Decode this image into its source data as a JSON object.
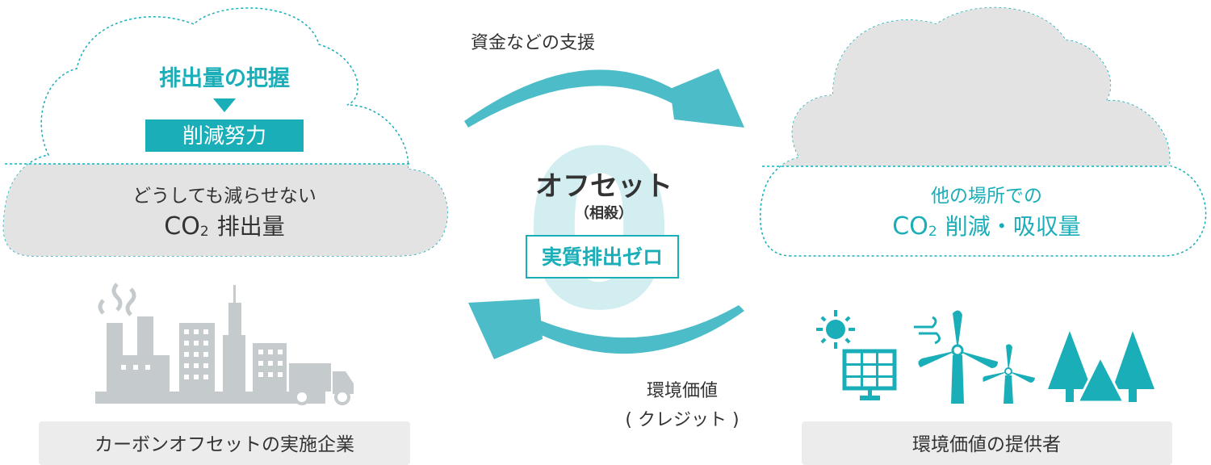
{
  "left": {
    "measure_label": "排出量の把握",
    "reduction_label": "削減努力",
    "unavoidable_line1": "どうしても減らせない",
    "unavoidable_co2": "CO",
    "unavoidable_sub": "2",
    "unavoidable_tail": "排出量",
    "company_label": "カーボンオフセットの実施企業"
  },
  "right": {
    "line1": "他の場所での",
    "co2": "CO",
    "sub": "2",
    "tail": "削減・吸収量",
    "provider_label": "環境価値の提供者"
  },
  "center": {
    "big_zero": "0",
    "offset_title": "オフセット",
    "offset_sub": "（相殺）",
    "net_zero": "実質排出ゼロ"
  },
  "arrows": {
    "top_label": "資金などの支援",
    "bottom_label_1": "環境価値",
    "bottom_label_2": "( クレジット )"
  },
  "colors": {
    "teal": "#1aaeb8",
    "arrow": "#4bbcc8",
    "cloud_gray": "#e3e3e3",
    "icon_gray": "#c5cacd",
    "label_box": "#ececec",
    "text_dark": "#333333"
  }
}
